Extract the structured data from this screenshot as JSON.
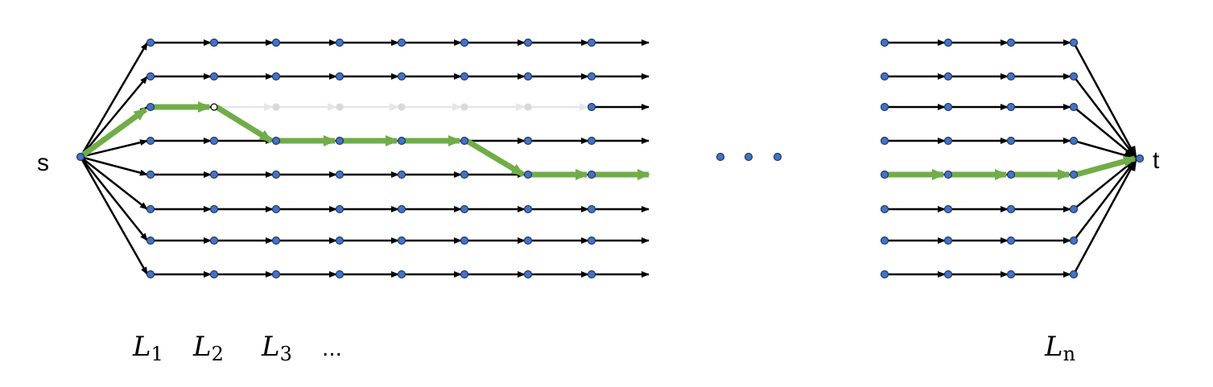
{
  "source_label": "s",
  "target_label": "t",
  "layer_labels": [
    {
      "base": "L",
      "sub": "1"
    },
    {
      "base": "L",
      "sub": "2"
    },
    {
      "base": "L",
      "sub": "3"
    }
  ],
  "layer_ellipsis": "...",
  "last_layer_label": {
    "base": "L",
    "sub": "n"
  },
  "rows": 8,
  "left_columns": 8,
  "right_columns": 4,
  "gap_dot_count": 3,
  "highlighted_path": {
    "left_rows_by_column": [
      3,
      3,
      4,
      4,
      4,
      4,
      5,
      5
    ],
    "right_row": 5
  },
  "faded_edges": {
    "row": 3,
    "from_column": 2,
    "to_column": 8
  },
  "colors": {
    "edge": "#000000",
    "node_fill": "#4472c4",
    "node_stroke": "#1f3864",
    "path": "#70ad47",
    "faded_edge": "#e6e6e6",
    "faded_node": "#d9d9d9"
  }
}
